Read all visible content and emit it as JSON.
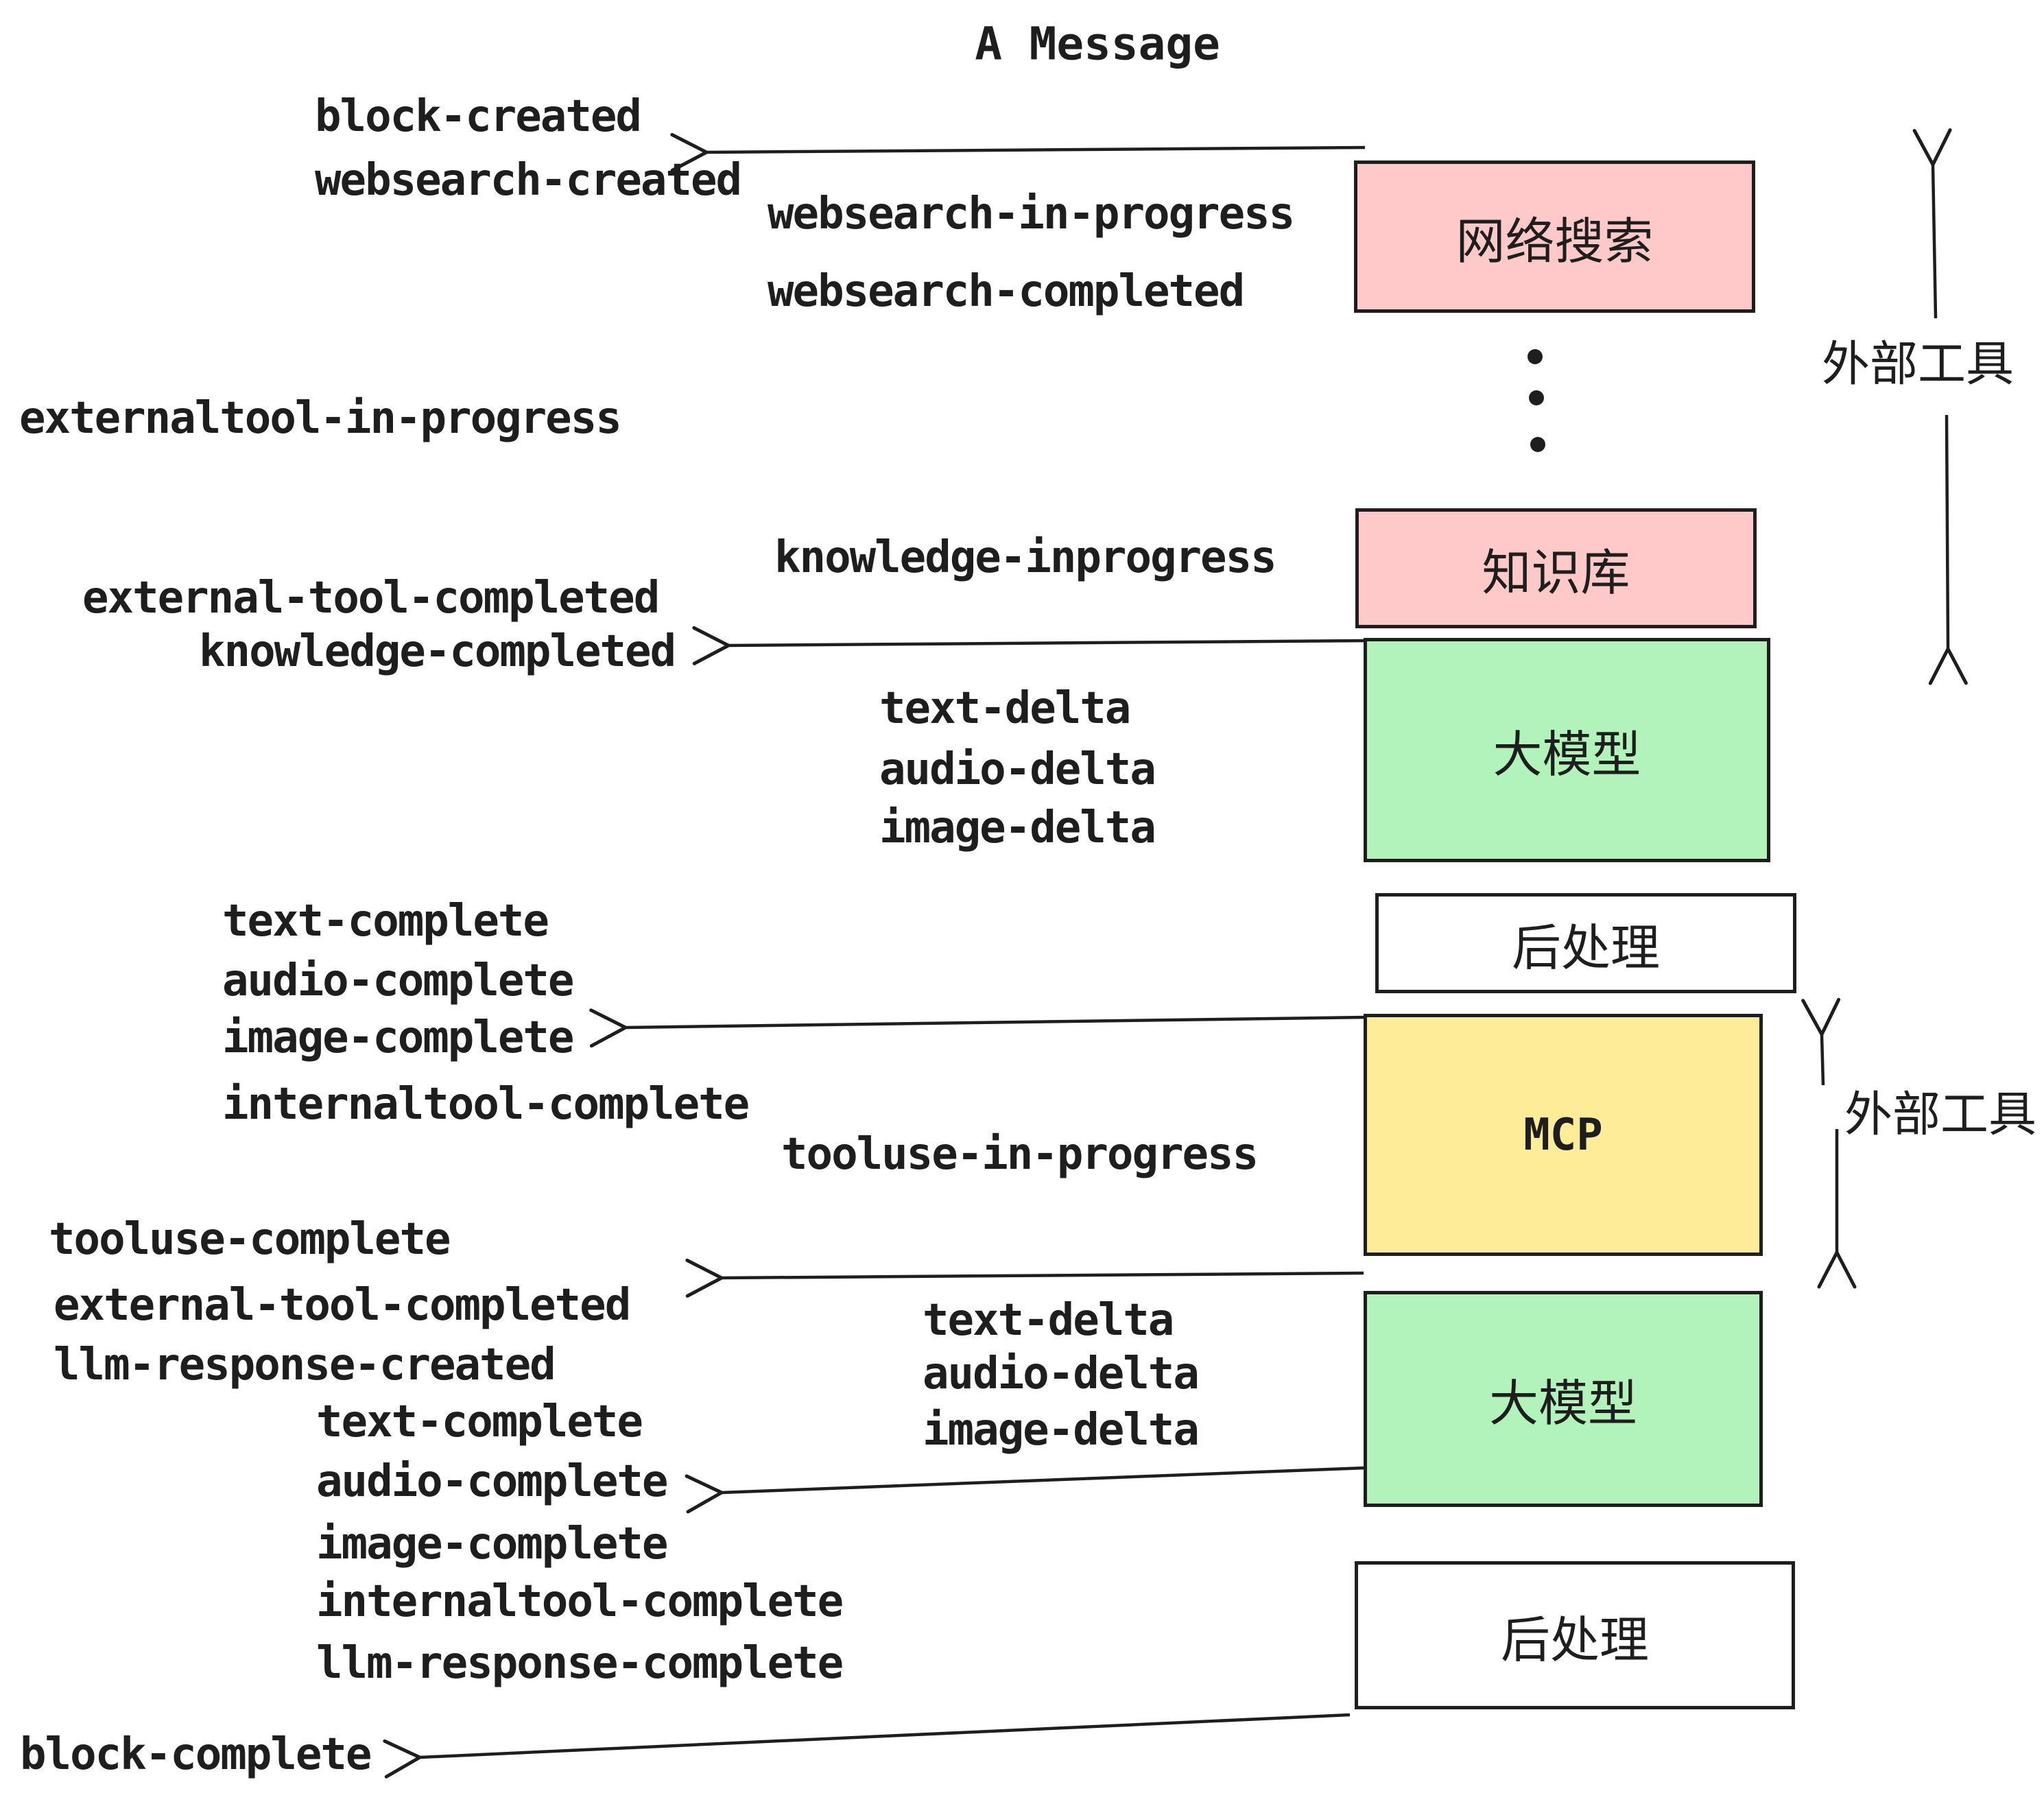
{
  "title": "A Message",
  "palette": {
    "websearch_box": "#ffc9c9",
    "knowledge_box": "#ffc9c9",
    "llm_box": "#b2f2bb",
    "postprocess_box": "#ffffff",
    "mcp_box": "#ffec99",
    "stroke": "#1e1e1e"
  },
  "events": [
    {
      "text": "block-created"
    },
    {
      "text": "websearch-created"
    },
    {
      "text": "websearch-in-progress"
    },
    {
      "text": "websearch-completed"
    },
    {
      "text": "externaltool-in-progress"
    },
    {
      "text": "knowledge-inprogress"
    },
    {
      "text": "external-tool-completed"
    },
    {
      "text": "knowledge-completed"
    },
    {
      "text": "text-delta"
    },
    {
      "text": "audio-delta"
    },
    {
      "text": "image-delta"
    },
    {
      "text": "text-complete"
    },
    {
      "text": "audio-complete"
    },
    {
      "text": "image-complete"
    },
    {
      "text": "internaltool-complete"
    },
    {
      "text": "tooluse-in-progress"
    },
    {
      "text": "tooluse-complete"
    },
    {
      "text": "external-tool-completed"
    },
    {
      "text": "llm-response-created"
    },
    {
      "text": "text-complete"
    },
    {
      "text": "audio-complete"
    },
    {
      "text": "image-complete"
    },
    {
      "text": "internaltool-complete"
    },
    {
      "text": "llm-response-complete"
    },
    {
      "text": "text-delta"
    },
    {
      "text": "audio-delta"
    },
    {
      "text": "image-delta"
    },
    {
      "text": "block-complete"
    }
  ],
  "boxes": [
    {
      "label": "网络搜索",
      "color": "#ffc9c9"
    },
    {
      "label": "知识库",
      "color": "#ffc9c9"
    },
    {
      "label": "大模型",
      "color": "#b2f2bb"
    },
    {
      "label": "后处理",
      "color": "#ffffff"
    },
    {
      "label": "MCP",
      "color": "#ffec99"
    },
    {
      "label": "大模型",
      "color": "#b2f2bb"
    },
    {
      "label": "后处理",
      "color": "#ffffff"
    }
  ],
  "side_labels": [
    {
      "text": "外部工具"
    },
    {
      "text": "外部工具"
    }
  ]
}
